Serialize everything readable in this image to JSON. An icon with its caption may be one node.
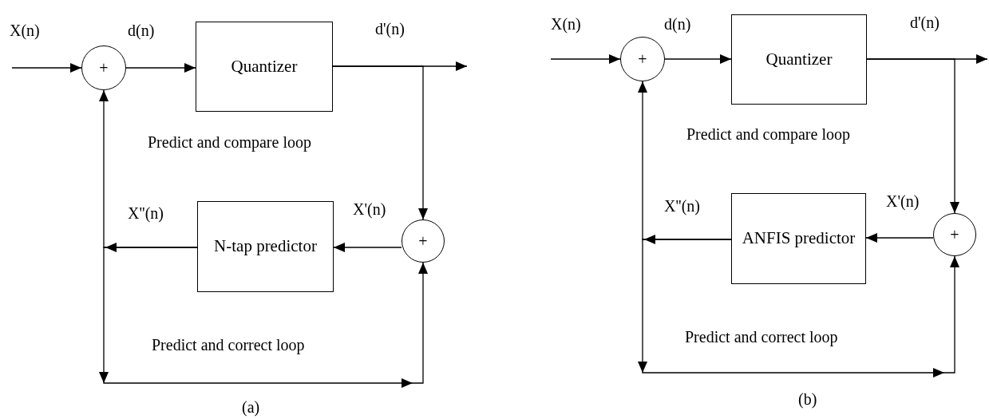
{
  "diagram": {
    "nodes": [
      {
        "text": [
          "+"
        ]
      },
      {
        "text": [
          "Quantizer"
        ]
      },
      {
        "text": [
          "+"
        ]
      },
      {
        "text": [
          "N-tap predictor"
        ]
      },
      {
        "text": [
          "+"
        ]
      },
      {
        "text": [
          "Quantizer"
        ]
      },
      {
        "text": [
          "+"
        ]
      },
      {
        "text": [
          "ANFIS predictor"
        ]
      }
    ],
    "edges": [
      {
        "from": null,
        "to": 0,
        "arrow": "to"
      },
      {
        "from": 0,
        "to": 1,
        "arrow": "to"
      },
      {
        "from": 1,
        "to": null,
        "arrow": "to"
      },
      {
        "from": 1,
        "to": 2,
        "arrow": "to"
      },
      {
        "from": 2,
        "to": 3,
        "arrow": "to"
      },
      {
        "from": 3,
        "to": 0,
        "arrow": "to"
      },
      {
        "from": 3,
        "to": 2,
        "arrow": "to"
      },
      {
        "from": null,
        "to": 4,
        "arrow": "to"
      },
      {
        "from": 4,
        "to": 5,
        "arrow": "to"
      },
      {
        "from": 5,
        "to": null,
        "arrow": "to"
      },
      {
        "from": 5,
        "to": 6,
        "arrow": "to"
      },
      {
        "from": 6,
        "to": 7,
        "arrow": "to"
      },
      {
        "from": 7,
        "to": 4,
        "arrow": "to"
      },
      {
        "from": 7,
        "to": 6,
        "arrow": "to"
      }
    ],
    "labels": [
      "X(n)",
      "d(n)",
      "d'(n)",
      "Predict and compare loop",
      "X''(n)",
      "X'(n)",
      "Predict and correct loop",
      "(a)",
      "X(n)",
      "d(n)",
      "d'(n)",
      "Predict and compare loop",
      "X''(n)",
      "X'(n)",
      "Predict and correct loop",
      "(b)"
    ]
  }
}
